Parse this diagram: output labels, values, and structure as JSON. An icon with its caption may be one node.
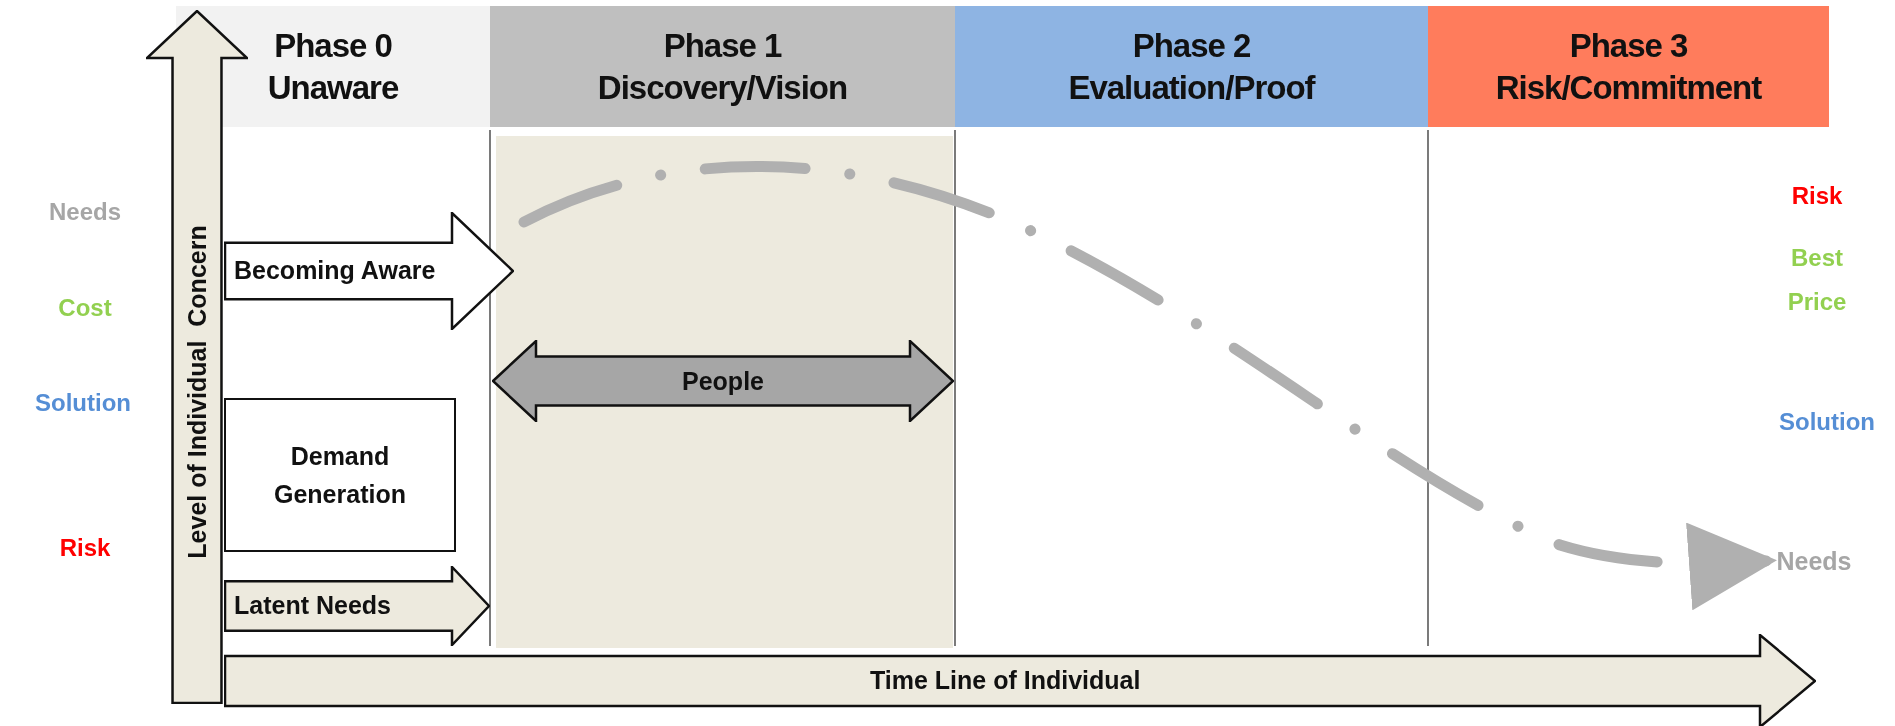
{
  "diagram": {
    "nodes": [
      {
        "text": [
          "Phase 0",
          "Unaware"
        ]
      },
      {
        "text": [
          "Phase 1",
          "Discovery/Vision"
        ]
      },
      {
        "text": [
          "Phase 2",
          "Evaluation/Proof"
        ]
      },
      {
        "text": [
          "Phase 3",
          "Risk/Commitment"
        ]
      },
      {
        "text": [
          "Level of Individual  Concern"
        ]
      },
      {
        "text": [
          "Becoming Aware"
        ]
      },
      {
        "text": [
          "Demand Generation"
        ]
      },
      {
        "text": [
          "Latent Needs"
        ]
      },
      {
        "text": [
          "People"
        ]
      },
      {
        "text": [
          "Time Line of Individual"
        ]
      },
      {
        "text": [
          "Needs"
        ]
      }
    ],
    "edges": [
      {
        "from": null,
        "to": 10,
        "arrow": "to",
        "style": "dashed"
      }
    ],
    "labels": [
      "Needs",
      "Cost",
      "Solution",
      "Risk",
      "Risk",
      "Best Price",
      "Solution"
    ]
  }
}
